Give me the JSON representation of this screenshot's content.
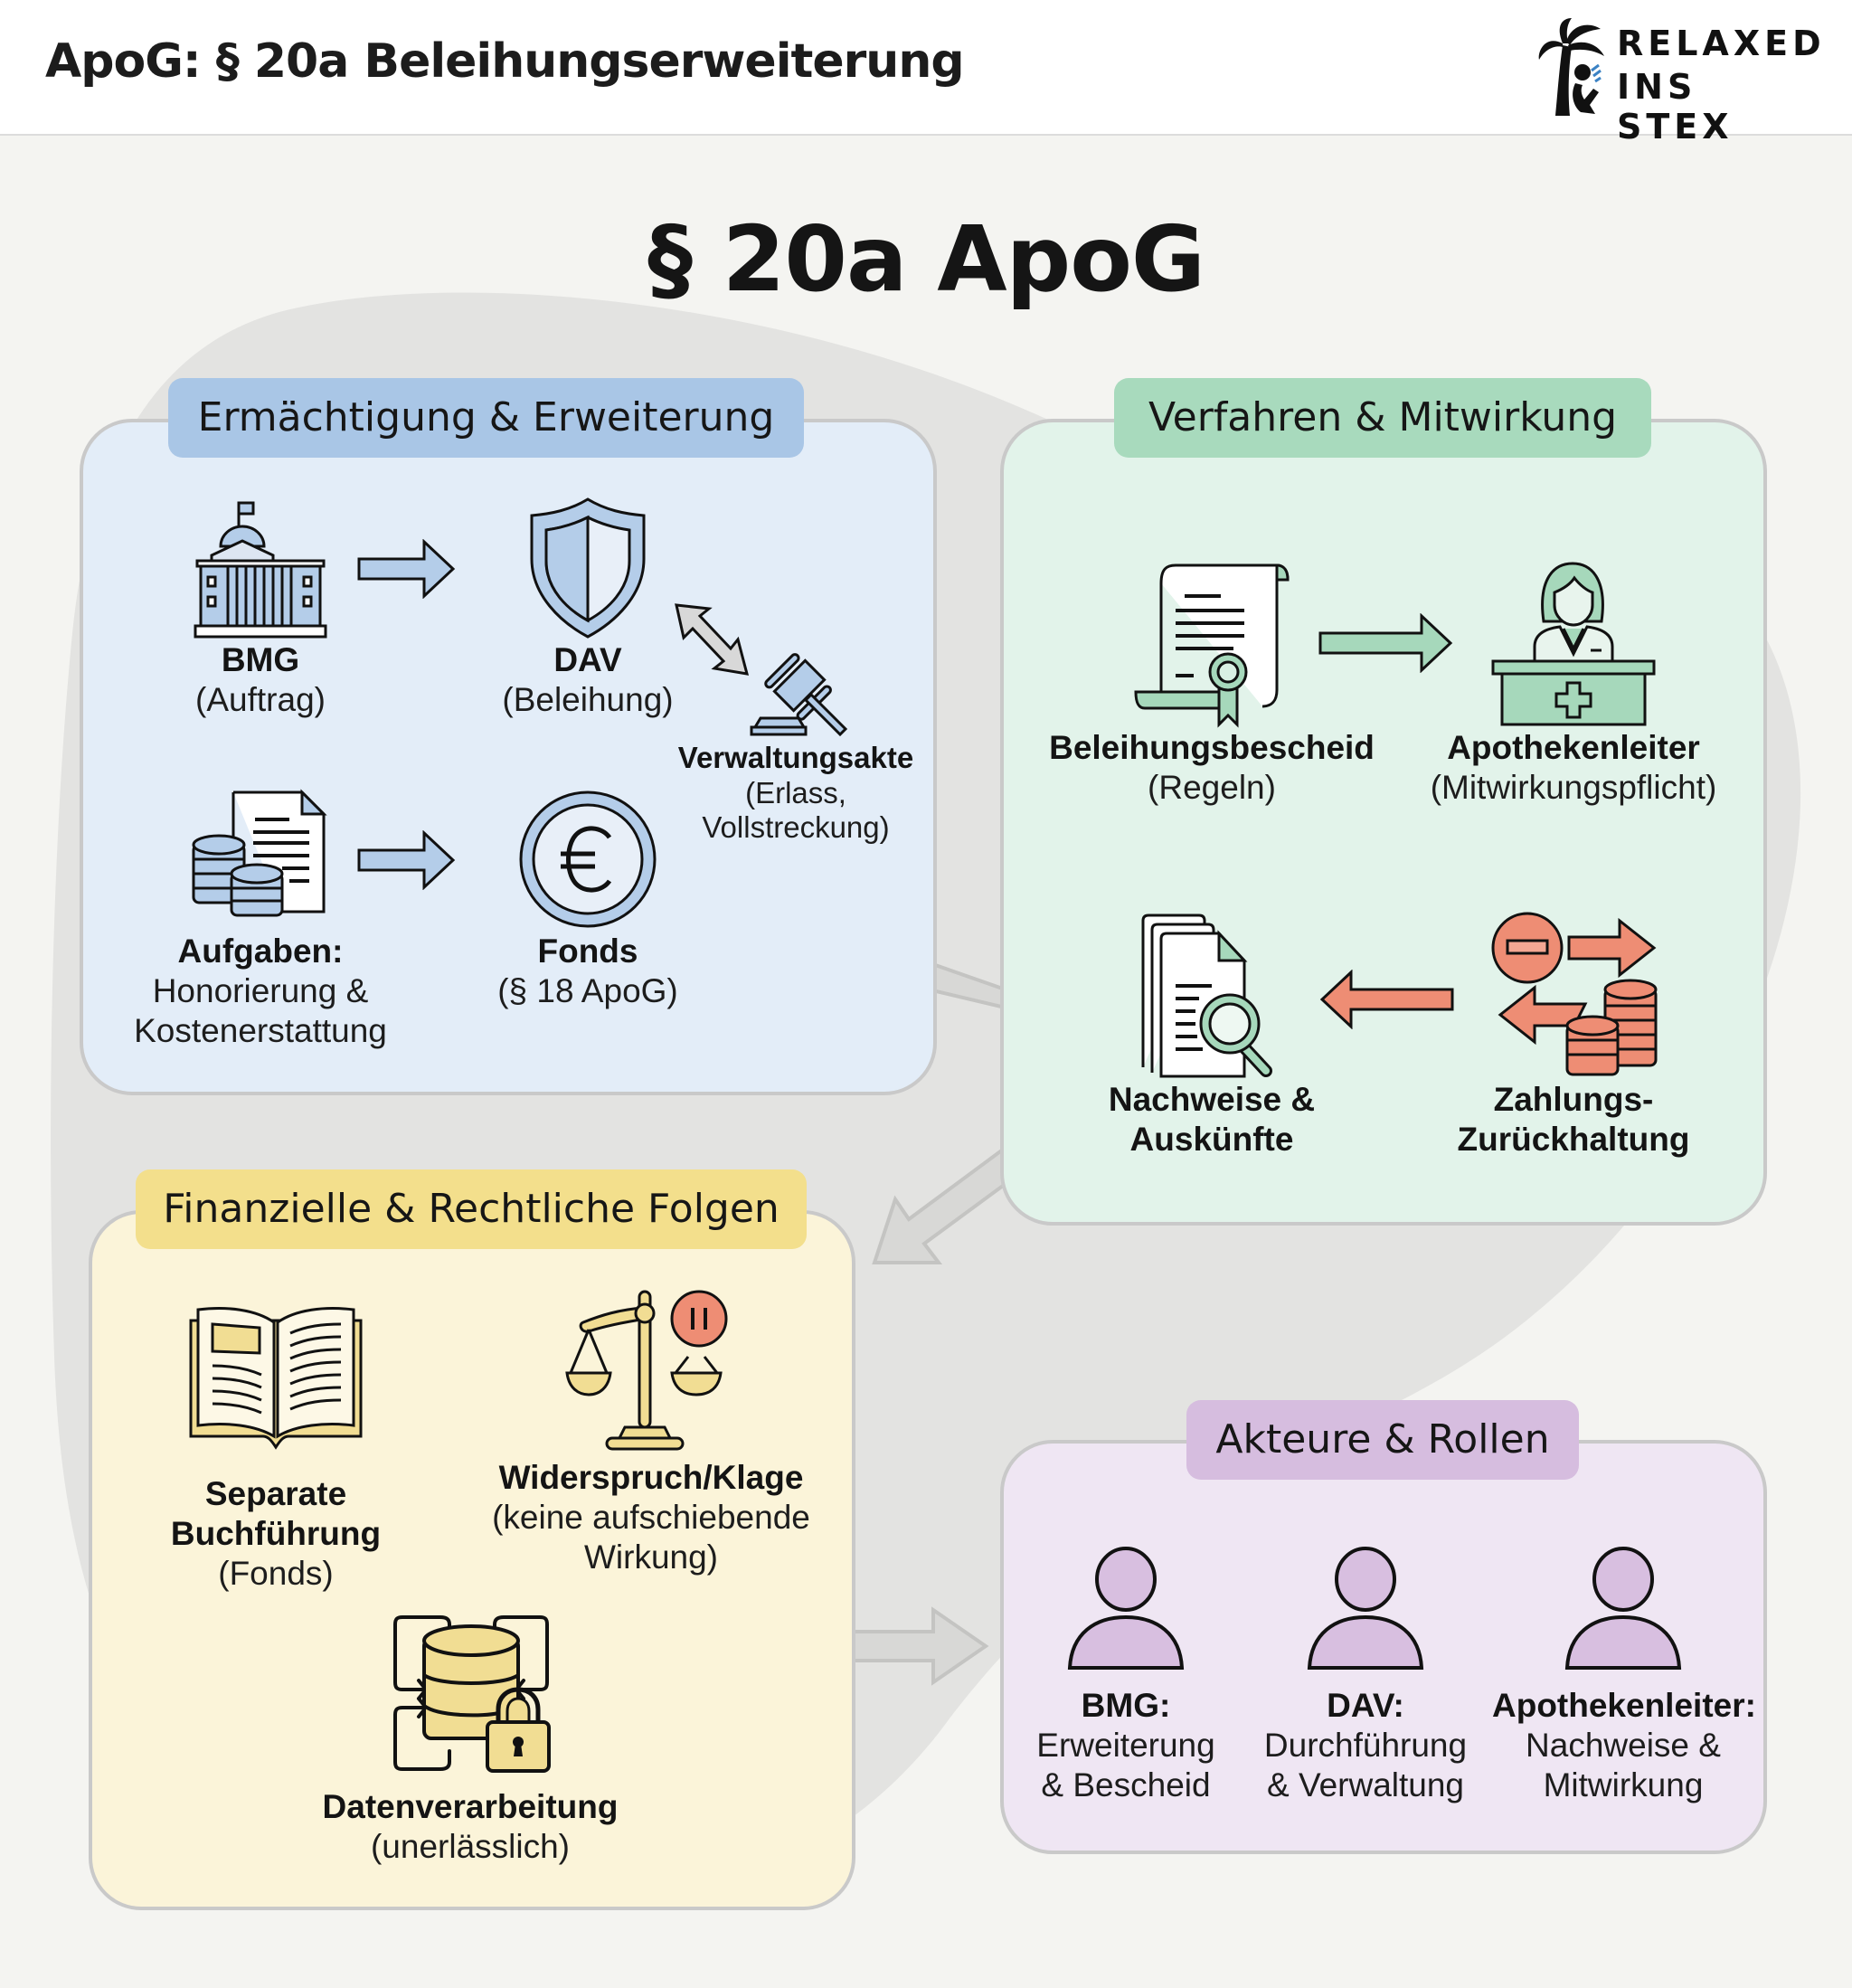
{
  "header": {
    "title": "ApoG: § 20a Beleihungserweiterung",
    "logo": {
      "line1": "RELAXED",
      "line2": "INS STEX",
      "icon": "palm-tree-reader-icon"
    }
  },
  "main_title": "§ 20a ApoG",
  "colors": {
    "blue_panel": "#e3edf8",
    "blue_title": "#a9c6e6",
    "blue_icon": "#b4cde9",
    "green_panel": "#e2f3ea",
    "green_title": "#a8dabd",
    "green_icon": "#a6d8bb",
    "yellow_panel": "#fbf4d9",
    "yellow_title": "#f3df8c",
    "yellow_icon": "#f1dd93",
    "purple_panel": "#efe6f3",
    "purple_title": "#d6bddf",
    "purple_icon": "#d8bfe0",
    "red_accent": "#ee8d74",
    "connector": "#d5d5d3"
  },
  "panels": {
    "authorization": {
      "title": "Ermächtigung & Erweiterung",
      "items": [
        {
          "icon": "government-building-icon",
          "bold": "BMG",
          "normal": [
            "(Auftrag)"
          ]
        },
        {
          "icon": "shield-icon",
          "bold": "DAV",
          "normal": [
            "(Beleihung)"
          ]
        },
        {
          "icon": "gavel-icon",
          "bold": "Verwaltungsakte",
          "normal": [
            "(Erlass,",
            "Vollstreckung)"
          ]
        },
        {
          "icon": "coins-document-icon",
          "bold": "Aufgaben:",
          "normal": [
            "Honorierung &",
            "Kostenerstattung"
          ]
        },
        {
          "icon": "euro-coin-icon",
          "bold": "Fonds",
          "normal": [
            "(§ 18 ApoG)"
          ]
        }
      ]
    },
    "procedure": {
      "title": "Verfahren & Mitwirkung",
      "items": [
        {
          "icon": "certificate-scroll-icon",
          "bold": "Beleihungsbescheid",
          "normal": [
            "(Regeln)"
          ]
        },
        {
          "icon": "pharmacist-counter-icon",
          "bold": "Apothekenleiter",
          "normal": [
            "(Mitwirkungspflicht)"
          ]
        },
        {
          "icon": "documents-search-icon",
          "bold": [
            "Nachweise &",
            "Auskünfte"
          ],
          "normal": []
        },
        {
          "icon": "payment-withhold-icon",
          "bold": [
            "Zahlungs-",
            "Zurückhaltung"
          ],
          "normal": []
        }
      ]
    },
    "consequences": {
      "title": "Finanzielle & Rechtliche Folgen",
      "items": [
        {
          "icon": "open-ledger-icon",
          "bold": [
            "Separate",
            "Buchführung"
          ],
          "normal": [
            "(Fonds)"
          ]
        },
        {
          "icon": "scales-pause-icon",
          "bold": [
            "Widerspruch/Klage"
          ],
          "normal": [
            "(keine aufschiebende",
            "Wirkung)"
          ]
        },
        {
          "icon": "database-lock-icon",
          "bold": [
            "Datenverarbeitung"
          ],
          "normal": [
            "(unerlässlich)"
          ]
        }
      ]
    },
    "actors": {
      "title": "Akteure & Rollen",
      "items": [
        {
          "icon": "person-icon",
          "bold": "BMG:",
          "normal": [
            "Erweiterung",
            "& Bescheid"
          ]
        },
        {
          "icon": "person-icon",
          "bold": "DAV:",
          "normal": [
            "Durchführung",
            "& Verwaltung"
          ]
        },
        {
          "icon": "person-icon",
          "bold": "Apothekenleiter:",
          "normal": [
            "Nachweise &",
            "Mitwirkung"
          ]
        }
      ]
    }
  }
}
